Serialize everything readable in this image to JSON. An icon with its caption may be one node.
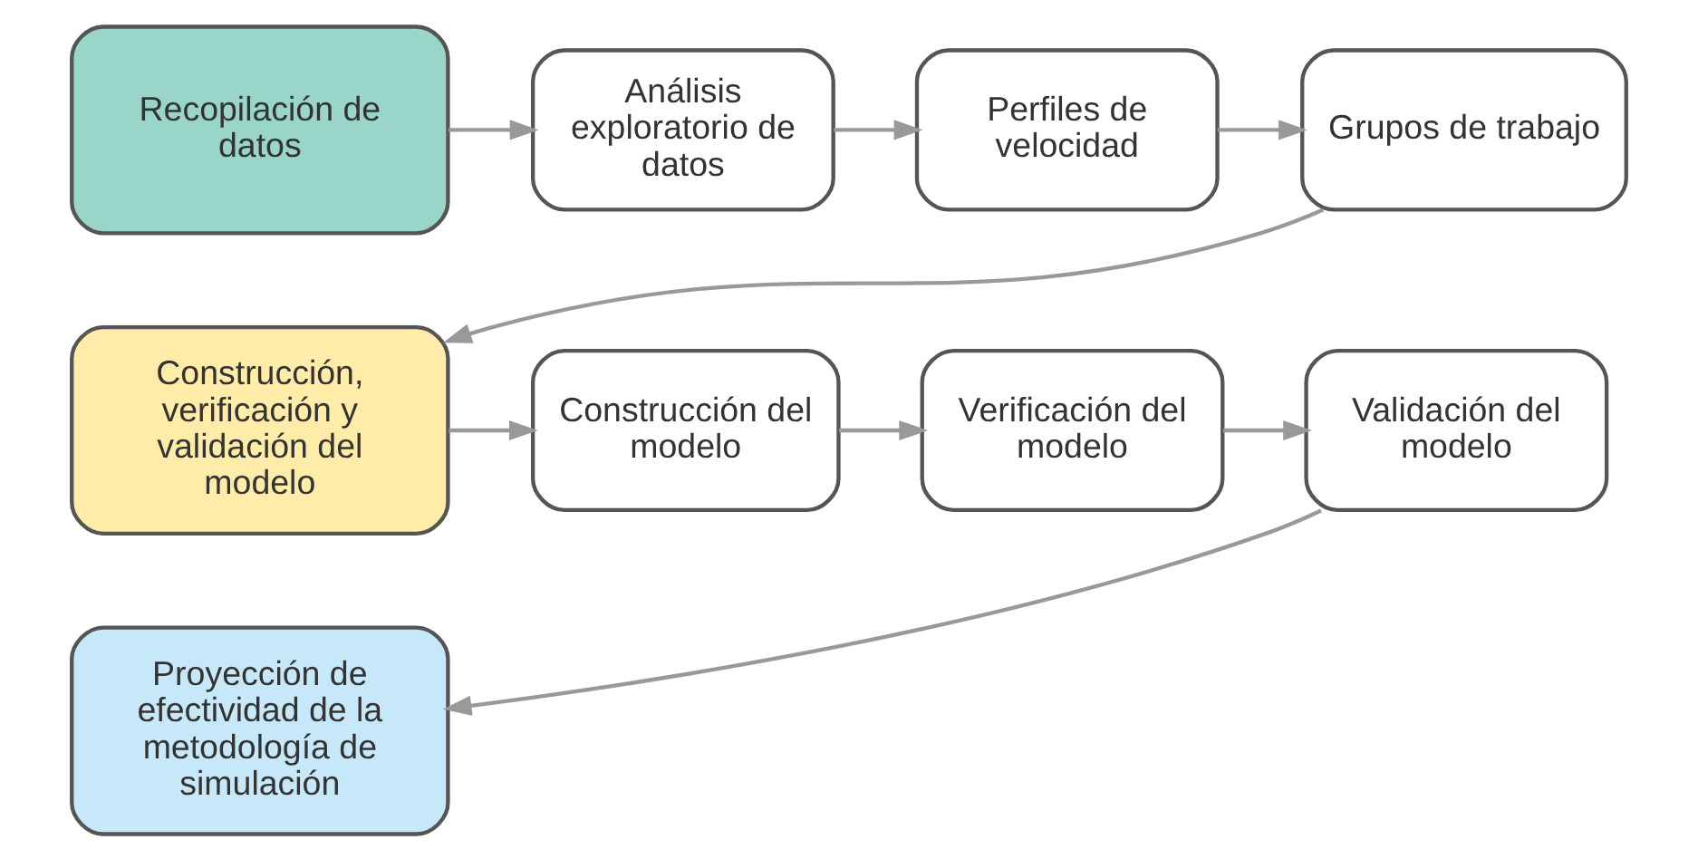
{
  "diagram": {
    "nodes": [
      {
        "text": [
          "Recopilación de datos"
        ]
      },
      {
        "text": [
          "Análisis exploratorio de datos"
        ]
      },
      {
        "text": [
          "Perfiles de velocidad"
        ]
      },
      {
        "text": [
          "Grupos de trabajo"
        ]
      },
      {
        "text": [
          "Construcción, verificación y validación del modelo"
        ]
      },
      {
        "text": [
          "Construcción del modelo"
        ]
      },
      {
        "text": [
          "Verificación del modelo"
        ]
      },
      {
        "text": [
          "Validación del modelo"
        ]
      },
      {
        "text": [
          "Proyección de efectividad de la metodología de simulación"
        ]
      }
    ],
    "edges": [
      {
        "from": 0,
        "to": 1,
        "arrow": "to"
      },
      {
        "from": 1,
        "to": 2,
        "arrow": "to"
      },
      {
        "from": 2,
        "to": 3,
        "arrow": "to"
      },
      {
        "from": 3,
        "to": 4,
        "arrow": "to"
      },
      {
        "from": 4,
        "to": 5,
        "arrow": "to"
      },
      {
        "from": 5,
        "to": 6,
        "arrow": "to"
      },
      {
        "from": 6,
        "to": 7,
        "arrow": "to"
      },
      {
        "from": 7,
        "to": 8,
        "arrow": "to"
      }
    ]
  }
}
